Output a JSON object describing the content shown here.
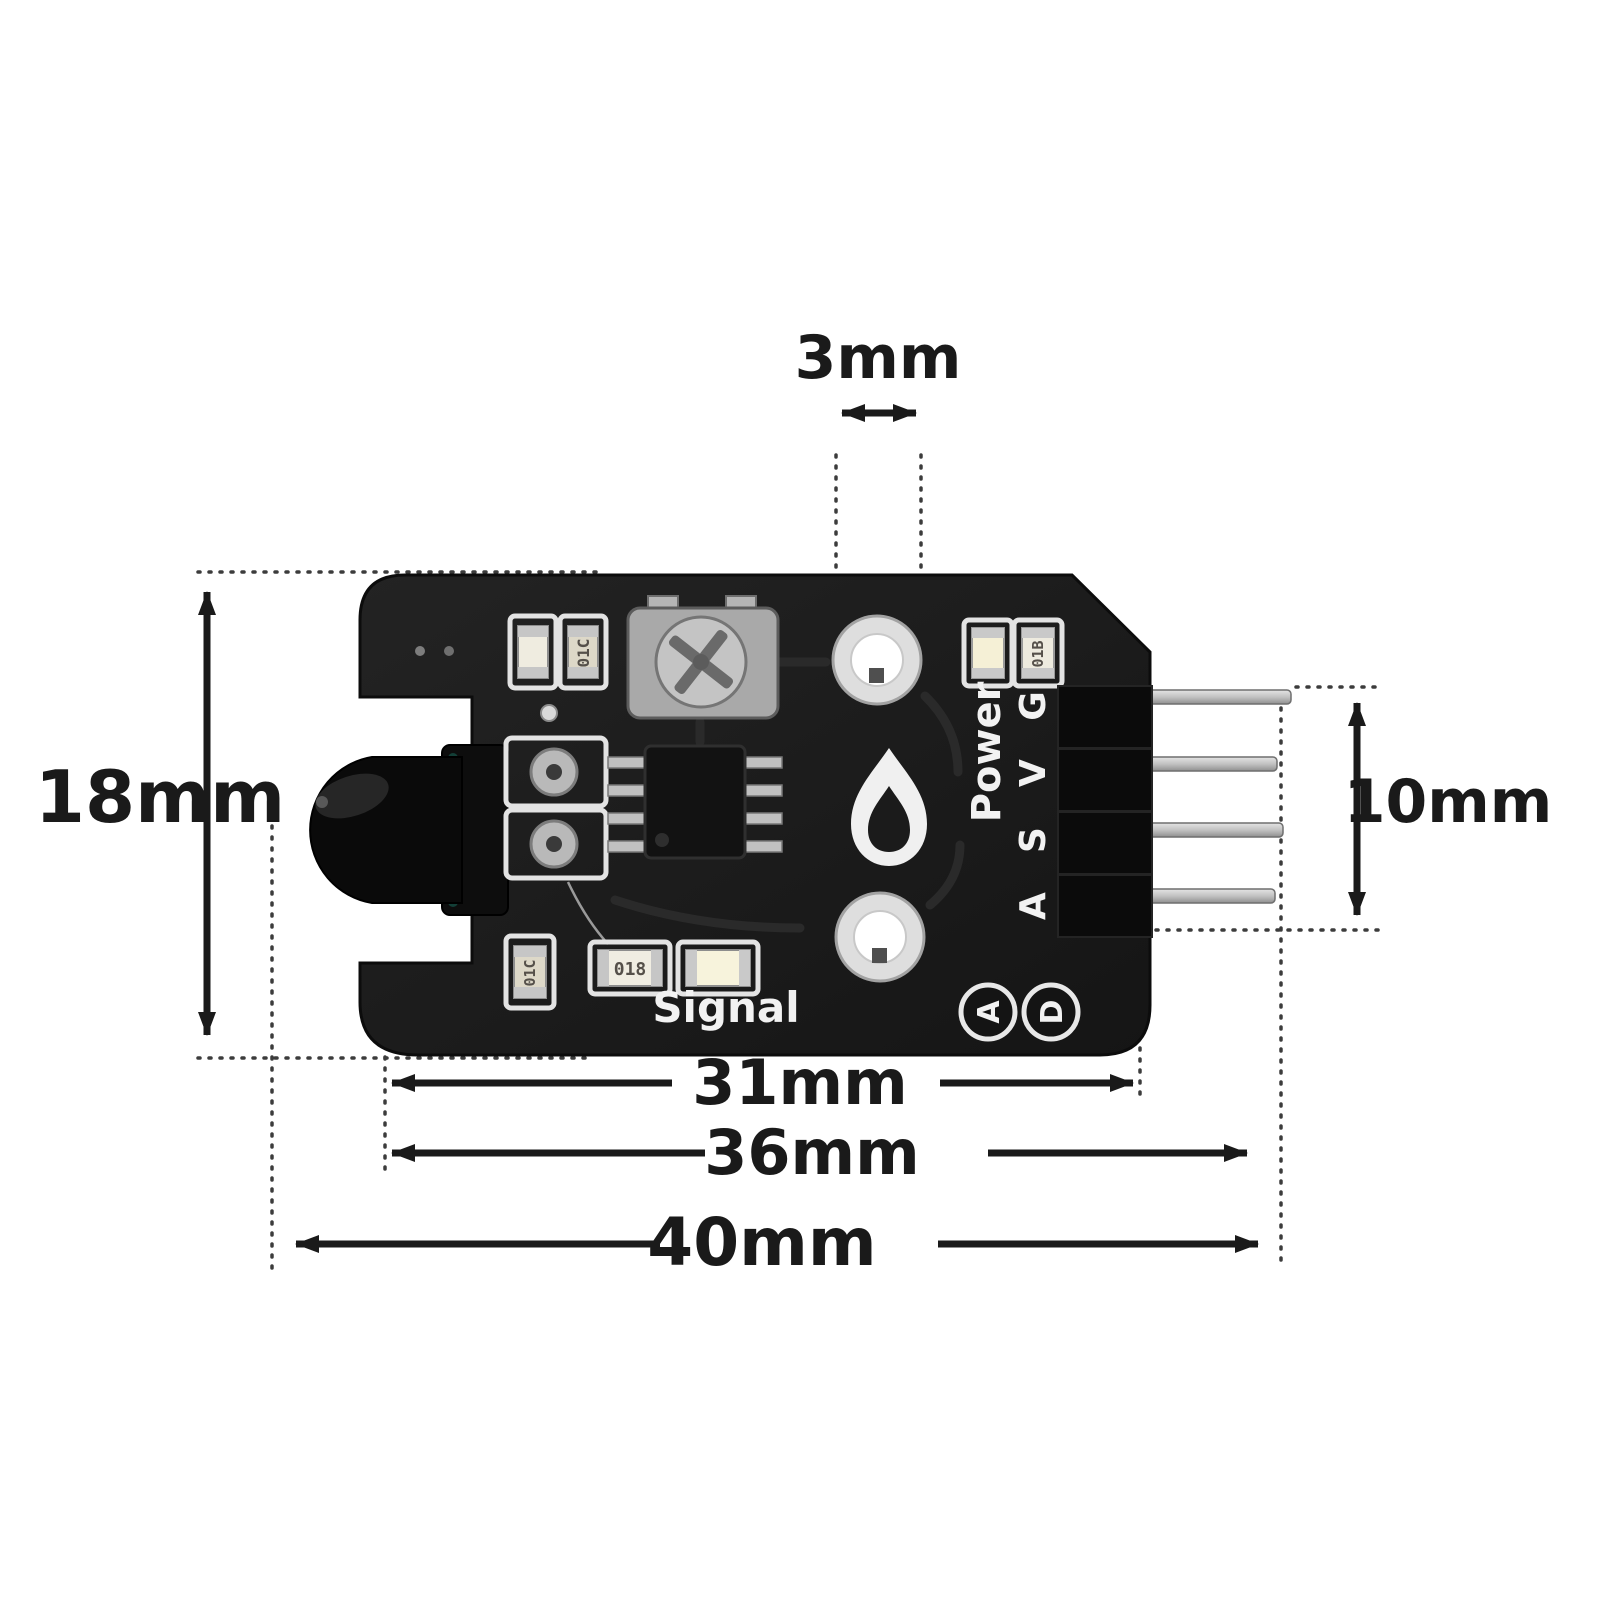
{
  "annotations": {
    "hole_offset": "3mm",
    "board_height": "18mm",
    "pin_length": "10mm",
    "length_a": "31mm",
    "length_b": "36mm",
    "length_c": "40mm"
  },
  "board": {
    "power_label": "Power",
    "signal_label": "Signal",
    "header_pins": [
      "G",
      "V",
      "S",
      "A"
    ],
    "output_pads": [
      "A",
      "D"
    ],
    "smd_labels": {
      "top_left": "01C",
      "top_right": "01B",
      "bottom_left": "01C",
      "bottom_mid": "018"
    }
  },
  "colors": {
    "background": "#ffffff",
    "annotation": "#1a1a1a",
    "pcb": "#1b1b1b",
    "silkscreen": "#eeeeee",
    "pin_metal": "#c9c9c9"
  }
}
